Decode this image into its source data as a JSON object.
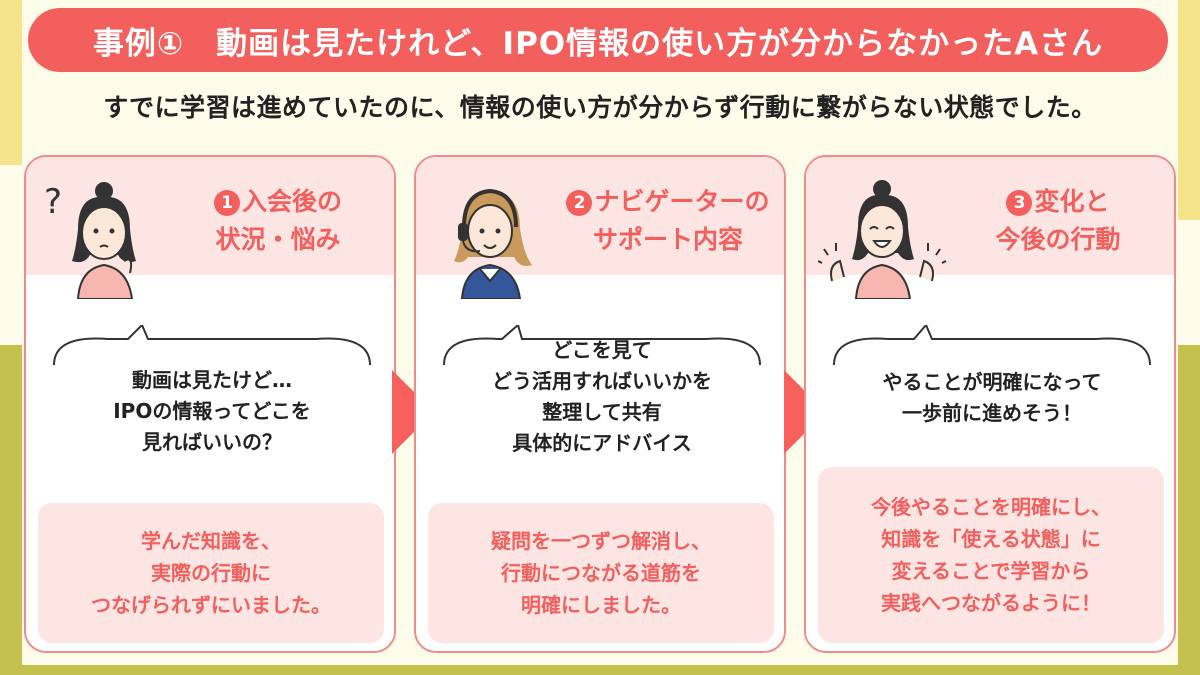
{
  "title": "事例①　動画は見たけれど、IPO情報の使い方が分からなかったAさん",
  "subtitle": "すでに学習は進めていたのに、情報の使い方が分からず行動に繋がらない状態でした。",
  "colors": {
    "accent": "#f25f5c",
    "card_head": "#fde5e3",
    "background": "#fdfbea",
    "stripe_light": "#f6e48a",
    "stripe_dark": "#c5c14f"
  },
  "cards": [
    {
      "number": "1",
      "title_line1": "入会後の",
      "title_line2": "状況・悩み",
      "icon": "worried-woman-icon",
      "bubble_lines": [
        "動画は見たけど…",
        "IPOの情報ってどこを",
        "見ればいいの？"
      ],
      "result_lines": [
        "学んだ知識を、",
        "実際の行動に",
        "つなげられずにいました。"
      ]
    },
    {
      "number": "2",
      "title_line1": "ナビゲーターの",
      "title_line2": "サポート内容",
      "icon": "headset-navigator-icon",
      "bubble_lines": [
        "どこを見て",
        "どう活用すればいいかを",
        "整理して共有",
        "具体的にアドバイス"
      ],
      "result_lines": [
        "疑問を一つずつ解消し、",
        "行動につながる道筋を",
        "明確にしました。"
      ]
    },
    {
      "number": "3",
      "title_line1": "変化と",
      "title_line2": "今後の行動",
      "icon": "happy-woman-icon",
      "bubble_lines": [
        "やることが明確になって",
        "一歩前に進めそう！"
      ],
      "result_lines": [
        "今後やることを明確にし、",
        "知識を「使える状態」に",
        "変えることで学習から",
        "実践へつながるように！"
      ]
    }
  ]
}
